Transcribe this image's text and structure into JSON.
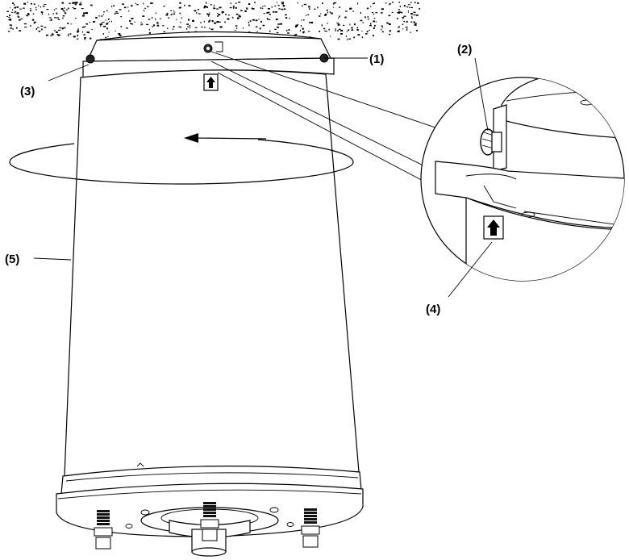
{
  "callouts": {
    "c1": "(1)",
    "c2": "(2)",
    "c3": "(3)",
    "c4": "(4)",
    "c5": "(5)"
  },
  "colors": {
    "line": "#000000",
    "background": "#ffffff"
  },
  "icons": [
    "up-arrow-marker-icon",
    "rotation-arrow-icon",
    "screw-icon"
  ]
}
